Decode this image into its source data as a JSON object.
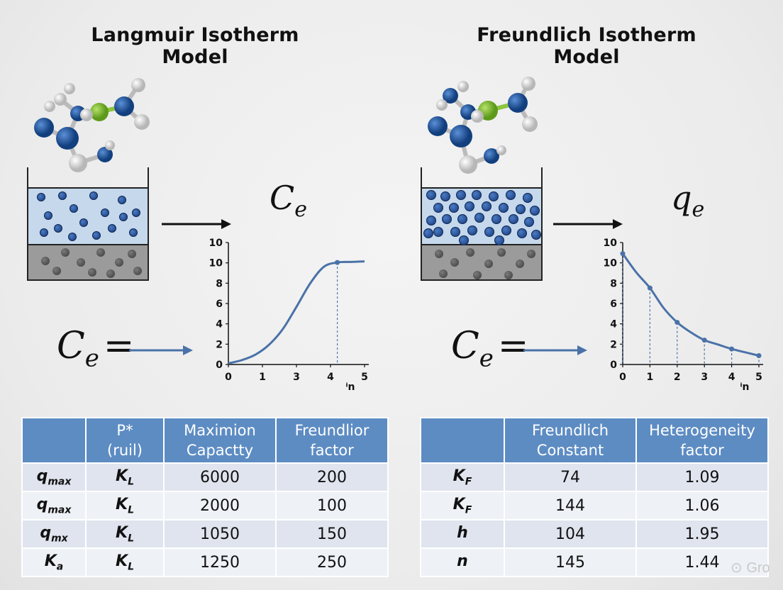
{
  "left": {
    "title": "Langmuir Isotherm Model",
    "arrow_label": {
      "main": "C",
      "sub": "e"
    },
    "equation": {
      "main": "C",
      "sub": "e",
      "op": "="
    },
    "chart_data": {
      "type": "line",
      "x": [
        0,
        0.5,
        1,
        1.5,
        2,
        2.5,
        3,
        3.5,
        4,
        4.5,
        5
      ],
      "values": [
        0.1,
        0.4,
        0.9,
        1.8,
        3.2,
        5.2,
        7.3,
        8.8,
        9.2,
        9.25,
        9.3
      ],
      "xticks": [
        "0",
        "1",
        "3",
        "4",
        "5"
      ],
      "yticks": [
        "0",
        "2",
        "4",
        "6",
        "8",
        "10",
        "10"
      ],
      "xlabel": "ⁱn",
      "marker_x": 4,
      "xlim": [
        0,
        5
      ],
      "ylim": [
        0,
        11
      ]
    },
    "table": {
      "headers": [
        "",
        "P*\n(ruil)",
        "Maximion\nCapactty",
        "Freundlior\nfactor"
      ],
      "rows": [
        {
          "sym": "q",
          "sub": "max",
          "k": "K",
          "ksub": "L",
          "a": "6000",
          "b": "200"
        },
        {
          "sym": "q",
          "sub": "max",
          "k": "K",
          "ksub": "L",
          "a": "2000",
          "b": "100"
        },
        {
          "sym": "q",
          "sub": "mx",
          "k": "K",
          "ksub": "L",
          "a": "1050",
          "b": "150"
        },
        {
          "sym": "K",
          "sub": "a",
          "k": "K",
          "ksub": "L",
          "a": "1250",
          "b": "250"
        }
      ]
    }
  },
  "right": {
    "title": "Freundlich Isotherm Model",
    "arrow_label": {
      "main": "q",
      "sub": "e"
    },
    "equation": {
      "main": "C",
      "sub": "e",
      "op": "="
    },
    "chart_data": {
      "type": "line",
      "x": [
        0,
        0.5,
        1,
        1.5,
        2,
        2.5,
        3,
        3.5,
        4,
        4.5,
        5
      ],
      "values": [
        10,
        8.3,
        6.9,
        5.1,
        3.8,
        2.9,
        2.2,
        1.8,
        1.4,
        1.1,
        0.8
      ],
      "marked_x": [
        0,
        1,
        2,
        3,
        4,
        5
      ],
      "xticks": [
        "0",
        "1",
        "2",
        "3",
        "4",
        "5"
      ],
      "yticks": [
        "0",
        "2",
        "4",
        "6",
        "8",
        "10",
        "10"
      ],
      "xlabel": "ⁱn",
      "xlim": [
        0,
        5
      ],
      "ylim": [
        0,
        11
      ]
    },
    "table": {
      "headers": [
        "",
        "Freundlich\nConstant",
        "Heterogeneity\nfactor"
      ],
      "rows": [
        {
          "sym": "K",
          "sub": "F",
          "a": "74",
          "b": "1.09"
        },
        {
          "sym": "K",
          "sub": "F",
          "a": "144",
          "b": "1.06"
        },
        {
          "sym": "h",
          "sub": "",
          "a": "104",
          "b": "1.95"
        },
        {
          "sym": "n",
          "sub": "",
          "a": "145",
          "b": "1.44"
        }
      ]
    }
  },
  "colors": {
    "header_blue": "#5d8cc3",
    "curve": "#4a72a8",
    "molecule_blue": "#1e4f8f",
    "molecule_green": "#8cc63f"
  },
  "watermark": "⊙ Gro"
}
